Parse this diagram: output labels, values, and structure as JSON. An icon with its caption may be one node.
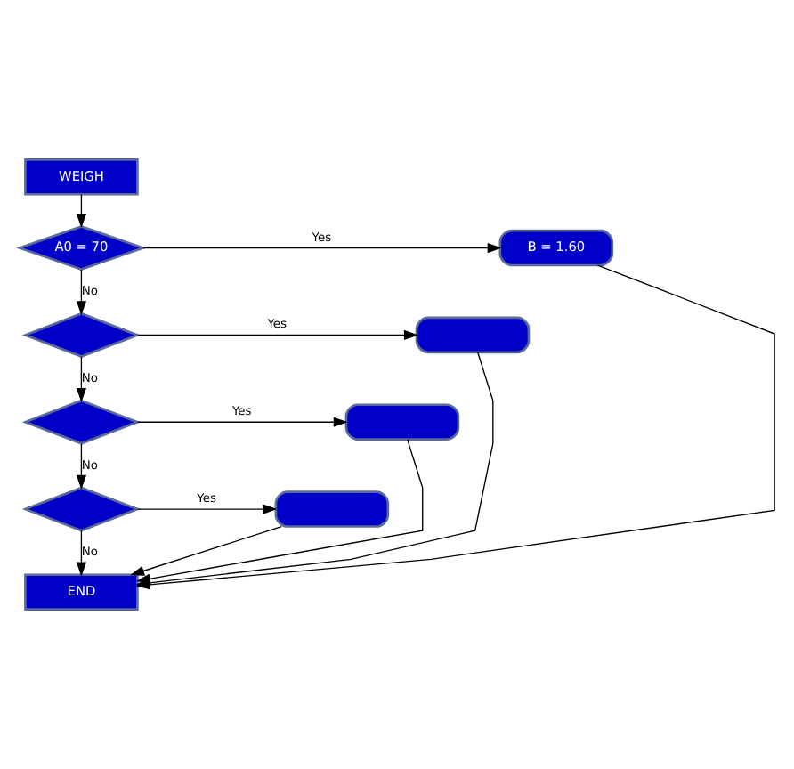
{
  "diagram": {
    "nodes": [
      {
        "text": [
          "WEIGH"
        ]
      },
      {
        "text": [
          "A0 = 70"
        ]
      },
      {
        "text": [
          "B = 1.60"
        ]
      },
      {
        "text": [],
        "shape": "diamond"
      },
      {
        "text": [],
        "shape": "box"
      },
      {
        "text": [],
        "shape": "diamond"
      },
      {
        "text": [],
        "shape": "box"
      },
      {
        "text": [],
        "shape": "diamond"
      },
      {
        "text": [],
        "shape": "box"
      },
      {
        "text": [
          "END"
        ]
      }
    ],
    "edges": [
      {
        "from": 0,
        "to": 1,
        "arrow": "to"
      },
      {
        "from": 1,
        "to": 2,
        "arrow": "to",
        "label": "Yes"
      },
      {
        "from": 1,
        "to": 3,
        "arrow": "to",
        "label": "No"
      },
      {
        "from": 3,
        "to": 4,
        "arrow": "to",
        "label": "Yes"
      },
      {
        "from": 3,
        "to": 5,
        "arrow": "to",
        "label": "No"
      },
      {
        "from": 5,
        "to": 6,
        "arrow": "to",
        "label": "Yes"
      },
      {
        "from": 5,
        "to": 7,
        "arrow": "to",
        "label": "No"
      },
      {
        "from": 7,
        "to": 8,
        "arrow": "to",
        "label": "Yes"
      },
      {
        "from": 7,
        "to": 9,
        "arrow": "to",
        "label": "No"
      },
      {
        "from": 2,
        "to": 9,
        "arrow": "to"
      },
      {
        "from": 4,
        "to": 9,
        "arrow": "to"
      },
      {
        "from": 6,
        "to": 9,
        "arrow": "to"
      },
      {
        "from": 8,
        "to": 9,
        "arrow": "to"
      }
    ]
  }
}
